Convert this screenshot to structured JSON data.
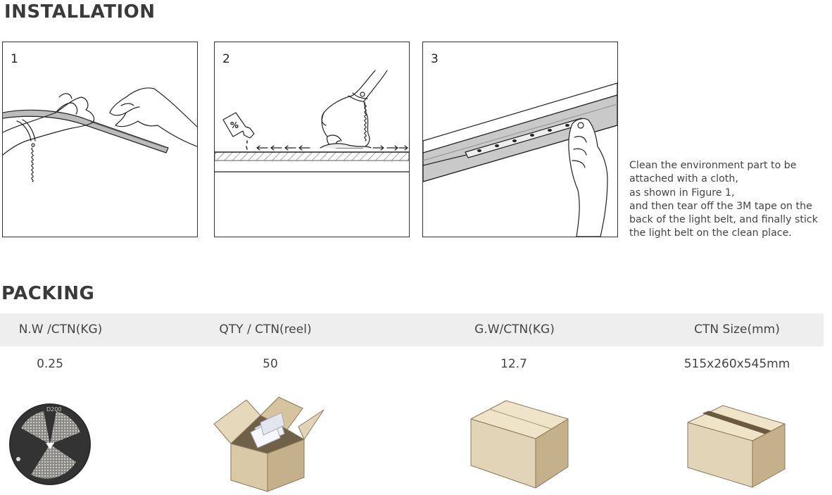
{
  "installation": {
    "title": "INSTALLATION",
    "steps": [
      {
        "number": "1"
      },
      {
        "number": "2"
      },
      {
        "number": "3"
      }
    ],
    "instructions": [
      "Clean the environment part to be",
      "attached with a cloth,",
      "as shown in Figure 1,",
      "and then tear off the 3M tape on the",
      "back of the light belt, and finally stick",
      "the light belt on the clean place."
    ],
    "reel_label": "D200"
  },
  "packing": {
    "title": "PACKING",
    "columns": [
      "N.W /CTN(KG)",
      "QTY / CTN(reel)",
      "G.W/CTN(KG)",
      "CTN Size(mm)"
    ],
    "values": [
      "0.25",
      "50",
      "12.7",
      "515x260x545mm"
    ],
    "colors": {
      "header_bg": "#eeeeee",
      "box": "#e2d4b6",
      "box_side": "#c9b894",
      "box_dark": "#a9987a",
      "tape": "#6b5a40"
    }
  }
}
